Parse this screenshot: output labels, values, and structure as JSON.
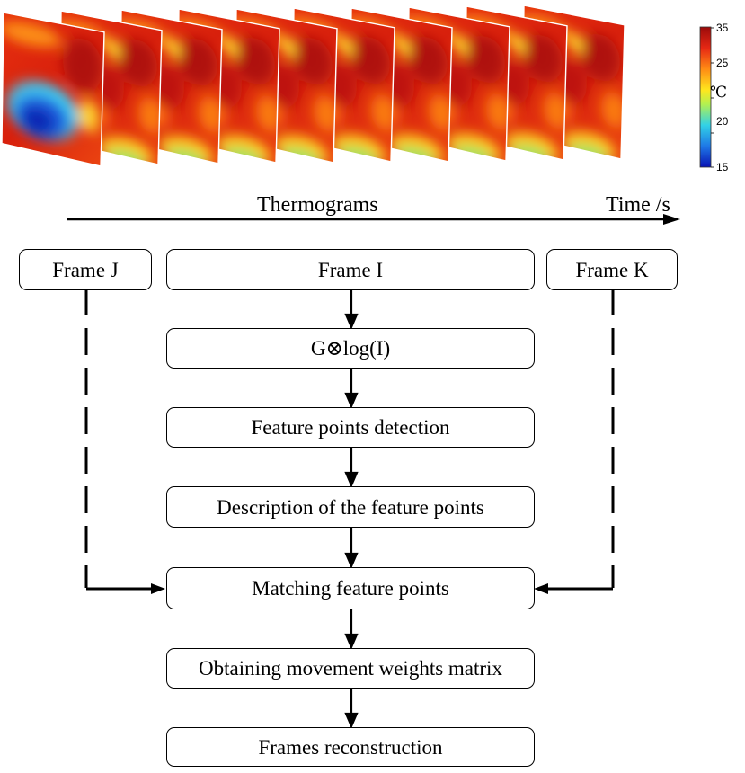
{
  "thermograms": {
    "frame_count": 10,
    "caption": "Thermograms",
    "axis_label": "Time /s"
  },
  "colorbar": {
    "ticks": [
      "35",
      "25",
      "20",
      "15"
    ],
    "unit": "℃",
    "colors": [
      "#0a14b4",
      "#1e78e6",
      "#32d2e6",
      "#b4f050",
      "#ffe61e",
      "#ff8c14",
      "#e62814",
      "#9a0a0a"
    ]
  },
  "flow": {
    "frame_j": "Frame J",
    "frame_i": "Frame I",
    "frame_k": "Frame K",
    "steps": [
      "G⊗log(I)",
      "Feature points detection",
      "Description of the feature points",
      "Matching feature points",
      "Obtaining movement weights matrix",
      "Frames reconstruction"
    ]
  }
}
